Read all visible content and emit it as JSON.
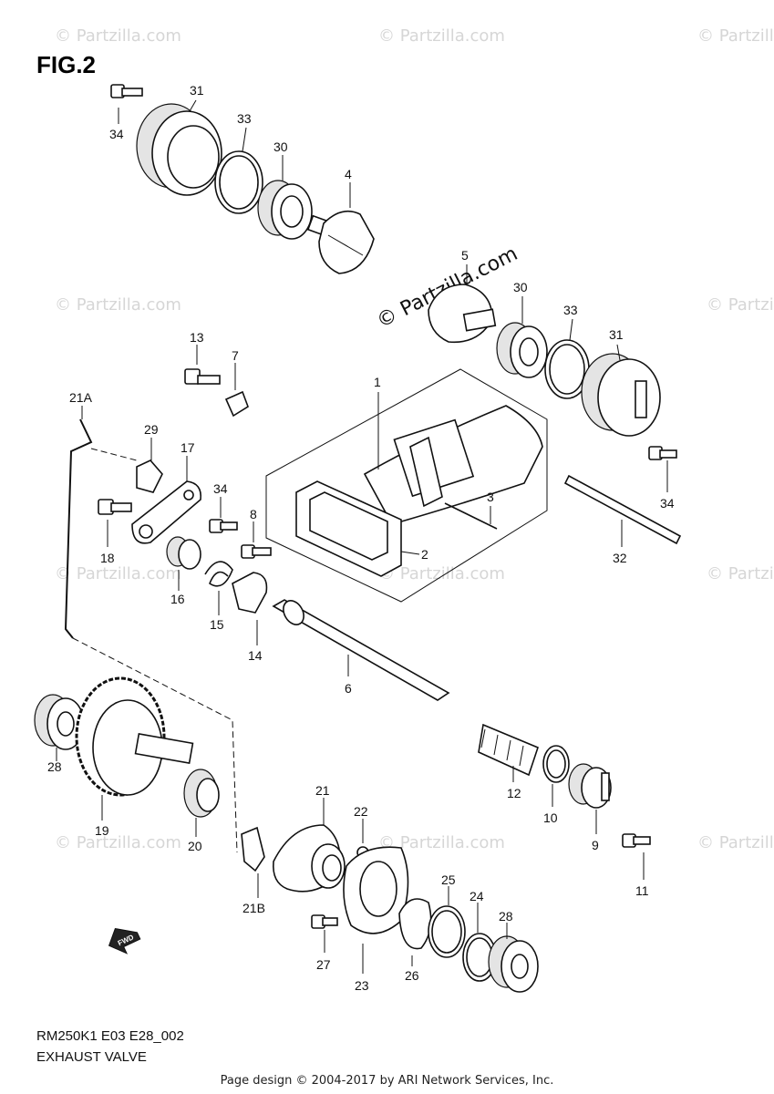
{
  "figure_label": "FIG.2",
  "model_code": "RM250K1 E03 E28_002",
  "assembly_name": "EXHAUST VALVE",
  "footer_text": "Page design © 2004-2017 by ARI Network Services, Inc.",
  "watermark_text": "© Partzilla.com",
  "brand_watermark": "© Partzilla.com",
  "fwd_label": "FWD",
  "callouts": {
    "c1": "1",
    "c2": "2",
    "c3": "3",
    "c4": "4",
    "c5": "5",
    "c6": "6",
    "c7": "7",
    "c8": "8",
    "c9": "9",
    "c10": "10",
    "c11": "11",
    "c12": "12",
    "c13": "13",
    "c14": "14",
    "c15": "15",
    "c16": "16",
    "c17": "17",
    "c18": "18",
    "c19": "19",
    "c20": "20",
    "c21": "21",
    "c21a": "21A",
    "c21b": "21B",
    "c22": "22",
    "c23": "23",
    "c24": "24",
    "c25": "25",
    "c26": "26",
    "c27": "27",
    "c28a": "28",
    "c28b": "28",
    "c29": "29",
    "c30a": "30",
    "c30b": "30",
    "c31a": "31",
    "c31b": "31",
    "c32": "32",
    "c33a": "33",
    "c33b": "33",
    "c34a": "34",
    "c34b": "34",
    "c34c": "34"
  }
}
